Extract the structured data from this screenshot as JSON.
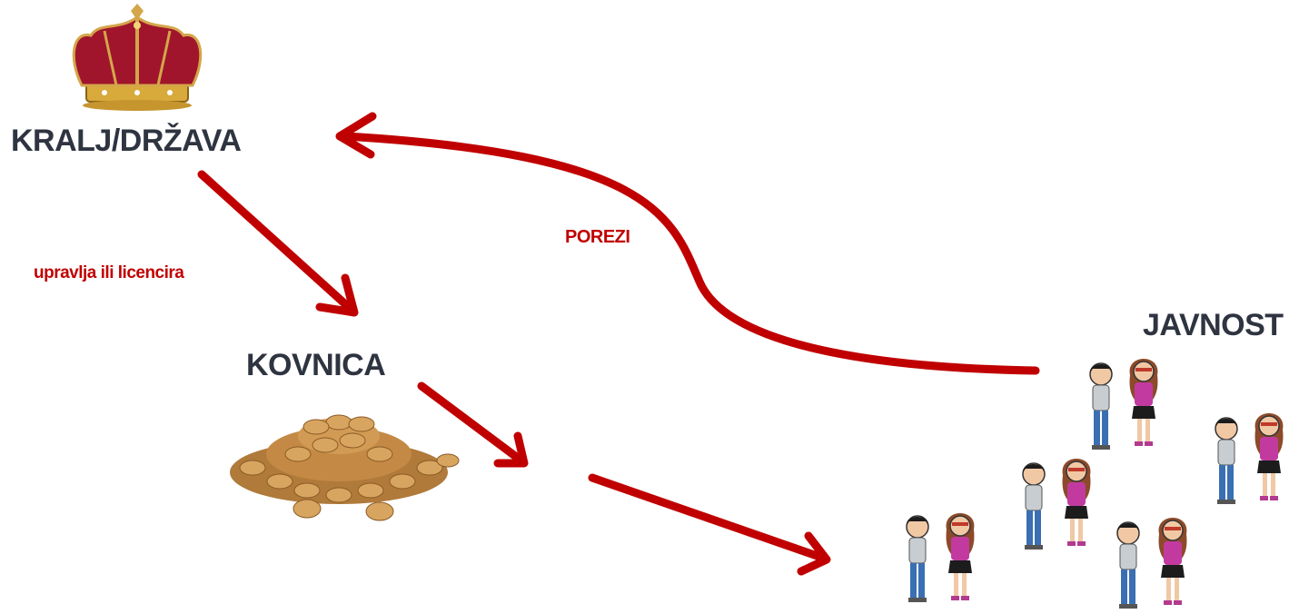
{
  "labels": {
    "king_state": "KRALJ/DRŽAVA",
    "mint": "KOVNICA",
    "public": "JAVNOST",
    "taxes": "POREZI",
    "manages_or_licenses": "upravlja ili licencira"
  },
  "icons": {
    "crown": "crown-icon",
    "coins": "coins-pile-icon",
    "people": "people-group-icon"
  },
  "colors": {
    "arrow": "#c00000",
    "label": "#2e3440",
    "accent_text": "#c00000"
  }
}
